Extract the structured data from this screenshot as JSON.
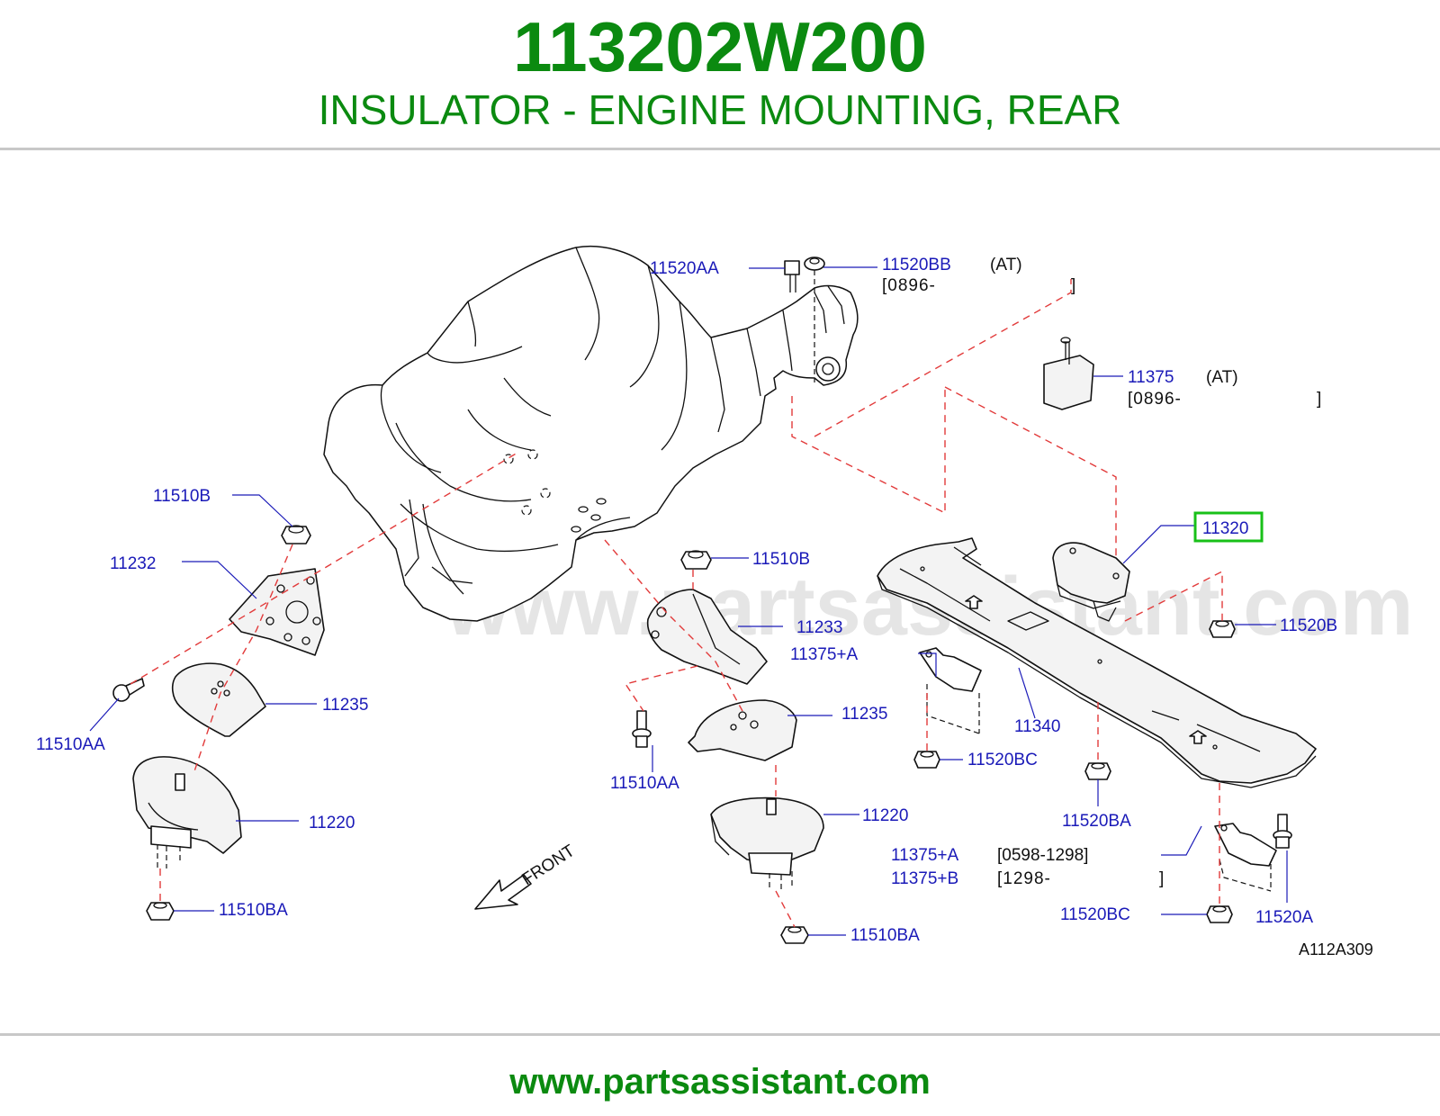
{
  "header": {
    "part_number": "113202W200",
    "description": "INSULATOR - ENGINE MOUNTING, REAR"
  },
  "colors": {
    "title_green": "#0b8a10",
    "callout_blue": "#1a1ab8",
    "highlight_green": "#18c018",
    "dash_red": "#e23b3b"
  },
  "diagram": {
    "watermark": "www.partsassistant.com",
    "front_label": "FRONT",
    "code": "A112A309",
    "highlighted_part": "11320",
    "callouts": {
      "c_11520AA": "11520AA",
      "c_11520BB": "11520BB",
      "c_11520BB_note": "(AT)",
      "c_11520BB_range_open": "[0896-",
      "c_11520BB_range_close": "]",
      "c_11375": "11375",
      "c_11375_note": "(AT)",
      "c_11375_range_open": "[0896-",
      "c_11375_range_close": "]",
      "c_11510B_left": "11510B",
      "c_11232": "11232",
      "c_11510B_mid": "11510B",
      "c_11320": "11320",
      "c_11520B": "11520B",
      "c_11233": "11233",
      "c_11375A_top": "11375+A",
      "c_11235_left": "11235",
      "c_11235_mid": "11235",
      "c_11340": "11340",
      "c_11510AA_left": "11510AA",
      "c_11520BC_top": "11520BC",
      "c_11510AA_mid": "11510AA",
      "c_11520BA": "11520BA",
      "c_11220_left": "11220",
      "c_11220_mid": "11220",
      "c_11375A_bottom": "11375+A",
      "c_11375A_range": "[0598-1298]",
      "c_11375B": "11375+B",
      "c_11375B_range_open": "[1298-",
      "c_11375B_range_close": "]",
      "c_11510BA_left": "11510BA",
      "c_11510BA_mid": "11510BA",
      "c_11520BC_bottom": "11520BC",
      "c_11520A": "11520A"
    }
  },
  "footer": {
    "url": "www.partsassistant.com"
  }
}
